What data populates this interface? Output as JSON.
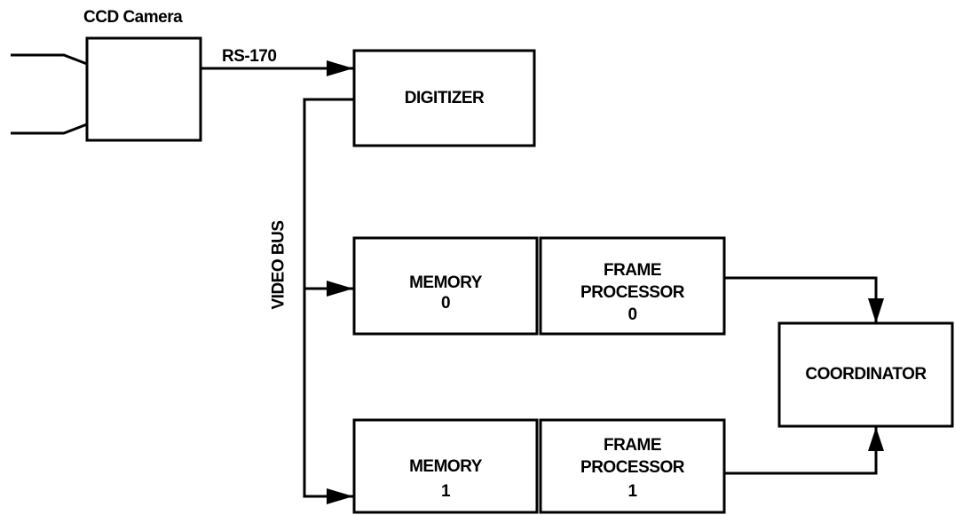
{
  "camera": {
    "label": "CCD Camera",
    "signal_label": "RS-170"
  },
  "bus": {
    "label": "VIDEO BUS"
  },
  "blocks": {
    "digitizer": "DIGITIZER",
    "memory0": {
      "line1": "MEMORY",
      "line2": "0"
    },
    "frame_processor0": {
      "line1": "FRAME",
      "line2": "PROCESSOR",
      "line3": "0"
    },
    "memory1": {
      "line1": "MEMORY",
      "line2": "1"
    },
    "frame_processor1": {
      "line1": "FRAME",
      "line2": "PROCESSOR",
      "line3": "1"
    },
    "coordinator": "COORDINATOR"
  }
}
